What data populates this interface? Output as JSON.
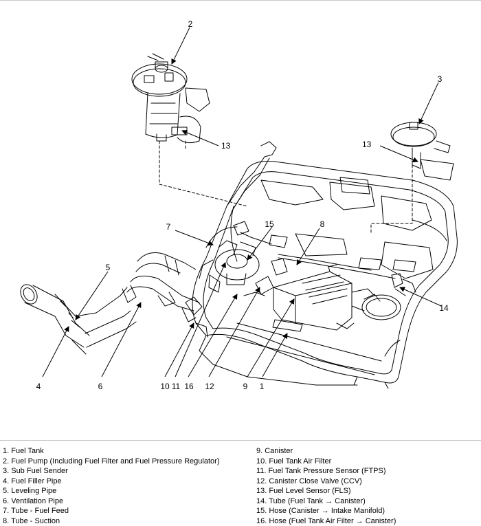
{
  "callouts": {
    "c1": "1",
    "c2": "2",
    "c3": "3",
    "c4": "4",
    "c5": "5",
    "c6": "6",
    "c7": "7",
    "c8": "8",
    "c9": "9",
    "c10": "10",
    "c11": "11",
    "c12": "12",
    "c13a": "13",
    "c13b": "13",
    "c14": "14",
    "c15": "15",
    "c16": "16"
  },
  "legend": {
    "left": [
      "1. Fuel Tank",
      "2. Fuel Pump (Including Fuel Filter and Fuel Pressure Regulator)",
      "3. Sub Fuel Sender",
      "4. Fuel Filler Pipe",
      "5. Leveling Pipe",
      "6. Ventilation Pipe",
      "7. Tube - Fuel Feed",
      "8. Tube - Suction"
    ],
    "right": [
      "9. Canister",
      "10. Fuel Tank Air Filter",
      "11. Fuel Tank Pressure Sensor (FTPS)",
      "12. Canister Close Valve (CCV)",
      "13. Fuel Level Sensor (FLS)",
      "14. Tube (Fuel Tank → Canister)",
      "15. Hose (Canister → Intake Manifold)",
      "16. Hose (Fuel Tank Air Filter → Canister)"
    ]
  }
}
